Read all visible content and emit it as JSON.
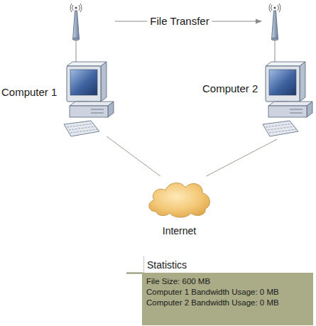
{
  "diagram": {
    "nodes": [
      {
        "text": [
          "Computer 1"
        ]
      },
      {
        "text": [
          "Computer 2"
        ]
      },
      {
        "text": [
          "Internet"
        ]
      },
      {
        "text": [
          "Statistics",
          "File Size: 600 MB",
          "Computer 1 Bandwidth Usage: 0 MB",
          "Computer 2 Bandwidth Usage: 0 MB"
        ]
      }
    ],
    "edges": [
      {
        "from": 0,
        "to": 1,
        "label": "File Transfer",
        "arrow": "to"
      },
      {
        "from": 0,
        "to": 2,
        "arrow": "none"
      },
      {
        "from": 1,
        "to": 2,
        "arrow": "none"
      }
    ]
  }
}
